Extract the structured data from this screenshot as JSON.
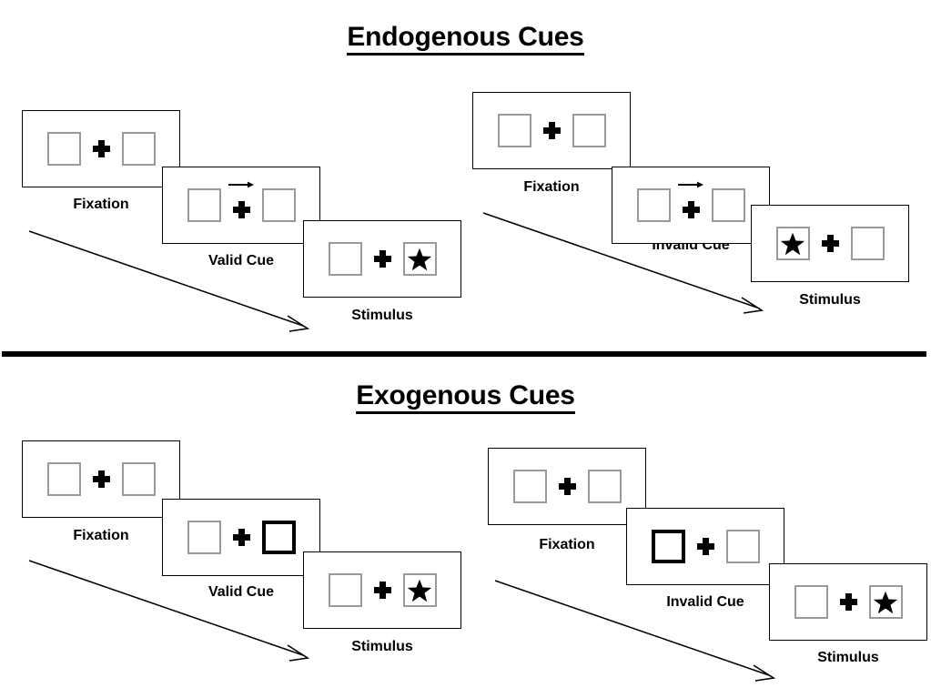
{
  "figure": {
    "background_color": "#ffffff",
    "line_color": "#000000",
    "box_border_color": "#9a9a9a",
    "highlight_border_color": "#000000"
  },
  "sections": [
    {
      "id": "endogenous",
      "title": "Endogenous Cues",
      "sequences": [
        {
          "id": "endogenous-valid",
          "validity": "valid",
          "panels": [
            {
              "caption": "Fixation",
              "left_box": "empty",
              "right_box": "empty",
              "cue": "none",
              "center": "plus"
            },
            {
              "caption": "Valid Cue",
              "left_box": "empty",
              "right_box": "empty",
              "cue": "arrow-right",
              "center": "plus"
            },
            {
              "caption": "Stimulus",
              "left_box": "empty",
              "right_box": "star",
              "cue": "none",
              "center": "plus"
            }
          ]
        },
        {
          "id": "endogenous-invalid",
          "validity": "invalid",
          "panels": [
            {
              "caption": "Fixation",
              "left_box": "empty",
              "right_box": "empty",
              "cue": "none",
              "center": "plus"
            },
            {
              "caption": "Invalid Cue",
              "left_box": "empty",
              "right_box": "empty",
              "cue": "arrow-right",
              "center": "plus"
            },
            {
              "caption": "Stimulus",
              "left_box": "star",
              "right_box": "empty",
              "cue": "none",
              "center": "plus"
            }
          ]
        }
      ]
    },
    {
      "id": "exogenous",
      "title": "Exogenous Cues",
      "sequences": [
        {
          "id": "exogenous-valid",
          "validity": "valid",
          "panels": [
            {
              "caption": "Fixation",
              "left_box": "empty",
              "right_box": "empty",
              "cue": "none",
              "center": "plus"
            },
            {
              "caption": "Valid Cue",
              "left_box": "empty",
              "right_box": "highlight",
              "cue": "none",
              "center": "plus"
            },
            {
              "caption": "Stimulus",
              "left_box": "empty",
              "right_box": "star",
              "cue": "none",
              "center": "plus"
            }
          ]
        },
        {
          "id": "exogenous-invalid",
          "validity": "invalid",
          "panels": [
            {
              "caption": "Fixation",
              "left_box": "empty",
              "right_box": "empty",
              "cue": "none",
              "center": "plus"
            },
            {
              "caption": "Invalid Cue",
              "left_box": "highlight",
              "right_box": "empty",
              "cue": "none",
              "center": "plus"
            },
            {
              "caption": "Stimulus",
              "left_box": "empty",
              "right_box": "star",
              "cue": "none",
              "center": "plus"
            }
          ]
        }
      ]
    }
  ],
  "icons": {
    "plus": "plus-fixation-cross",
    "star": "black-star",
    "mini_arrow": "arrow-right-cue",
    "sequence_arrow": "diagonal-time-arrow",
    "divider": "section-divider-rule"
  }
}
